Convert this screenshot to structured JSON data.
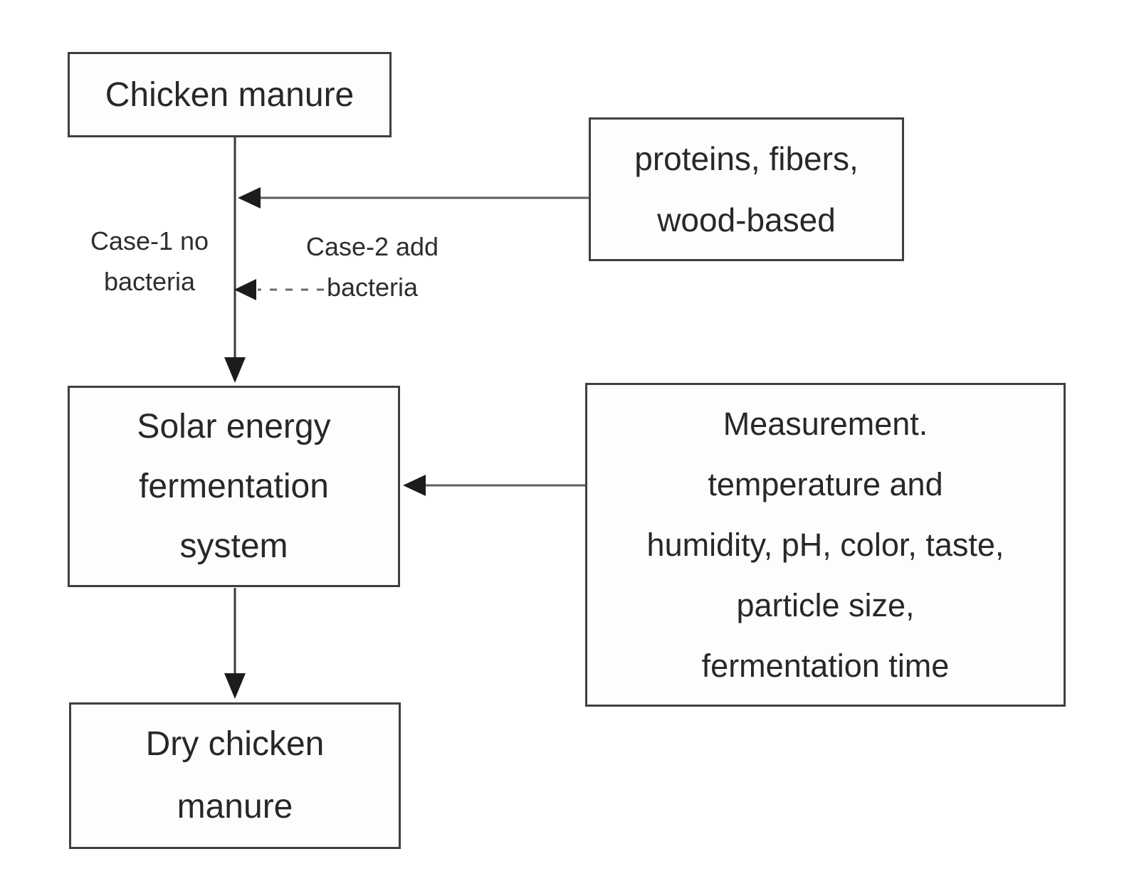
{
  "colors": {
    "background": "#ffffff",
    "box_border": "#3f3f3f",
    "text": "#282828",
    "connector_line": "#5d5d5d",
    "arrowhead": "#1c1c1c"
  },
  "nodes": {
    "chicken_manure": {
      "label": "Chicken manure"
    },
    "additives": {
      "lines": [
        "proteins, fibers,",
        "wood-based"
      ]
    },
    "solar_fermentation": {
      "lines": [
        "Solar energy",
        "fermentation",
        "system"
      ]
    },
    "measurement": {
      "lines": [
        "Measurement.",
        "temperature and",
        "humidity, pH, color, taste,",
        "particle size,",
        "fermentation time"
      ]
    },
    "dry_manure": {
      "lines": [
        "Dry chicken",
        "manure"
      ]
    }
  },
  "edge_labels": {
    "case1": {
      "lines": [
        "Case-1",
        "no",
        "bacteria"
      ]
    },
    "case2": {
      "lines": [
        "Case-2",
        "add",
        "bacteria"
      ]
    }
  }
}
